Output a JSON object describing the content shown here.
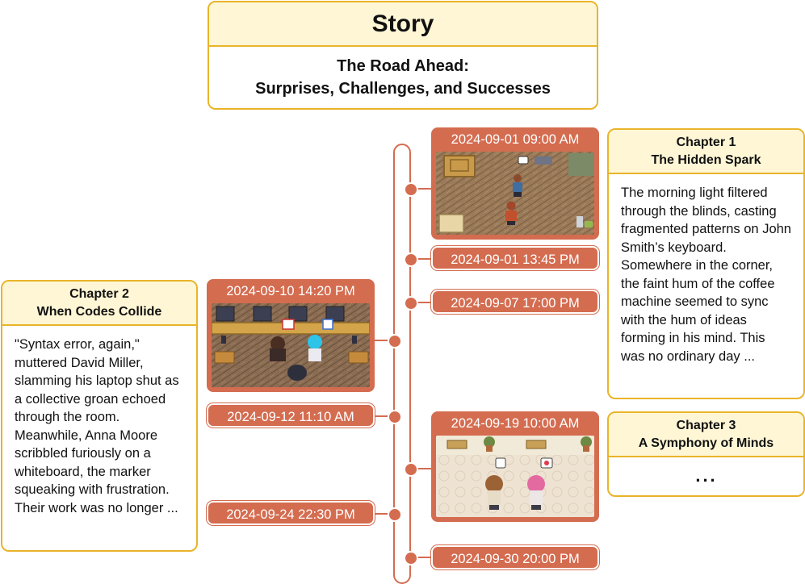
{
  "story": {
    "heading": "Story",
    "title_line1": "The Road Ahead:",
    "title_line2": "Surprises, Challenges, and Successes"
  },
  "chapters": [
    {
      "label": "Chapter 1",
      "title": "The Hidden Spark",
      "text": "The morning light filtered through the blinds, casting fragmented patterns on John Smith’s keyboard. Somewhere in the corner, the faint hum of the coffee machine seemed to sync with the hum of ideas forming in his mind. This was no ordinary day ..."
    },
    {
      "label": "Chapter 2",
      "title": "When Codes Collide",
      "text": "\"Syntax error, again,\" muttered David Miller, slamming his laptop shut as a collective groan echoed through the room. Meanwhile, Anna Moore scribbled furiously on a whiteboard, the marker squeaking with frustration. Their work was no longer ..."
    },
    {
      "label": "Chapter 3",
      "title": "A Symphony of Minds",
      "text": "..."
    }
  ],
  "timeline": {
    "events": [
      "2024-09-01 09:00 AM",
      "2024-09-01 13:45 PM",
      "2024-09-07 17:00 PM",
      "2024-09-10 14:20 PM",
      "2024-09-12 11:10 AM",
      "2024-09-19 10:00 AM",
      "2024-09-24 22:30 PM",
      "2024-09-30 20:00 PM"
    ]
  },
  "colors": {
    "accent": "#d46c50",
    "box_border": "#e9b429",
    "box_header": "#fff6d5"
  }
}
